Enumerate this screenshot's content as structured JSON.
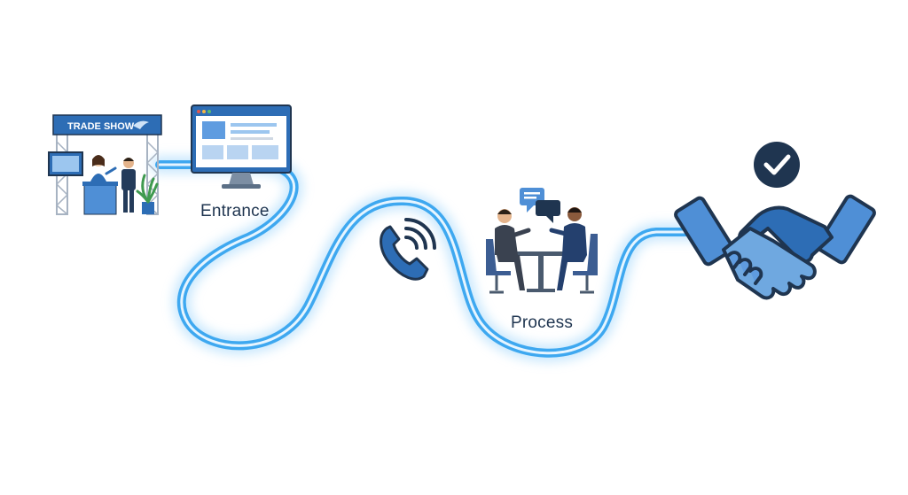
{
  "booth": {
    "banner_text": "TRADE SHOW"
  },
  "labels": {
    "entrance": "Entrance",
    "process": "Process"
  },
  "icons": {
    "booth": "trade-show-booth-icon",
    "computer": "computer-monitor-icon",
    "phone": "phone-call-icon",
    "meeting": "business-meeting-icon",
    "chat": "chat-bubbles-icon",
    "handshake": "handshake-icon",
    "check": "checkmark-badge-icon"
  },
  "colors": {
    "path": "#3ea8f0",
    "path_glow": "#9fd6fb",
    "primary": "#2d6db5",
    "dark": "#1f3550",
    "light_blue": "#6fa8e0"
  }
}
